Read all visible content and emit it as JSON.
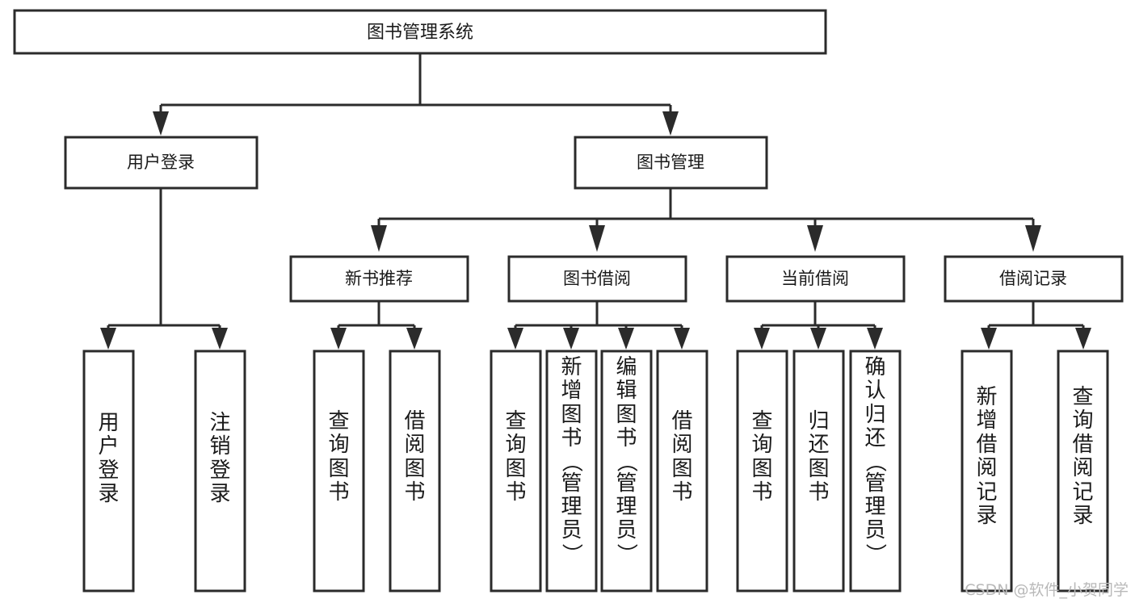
{
  "diagram": {
    "type": "tree",
    "title": "图书管理系统",
    "watermark": "CSDN @软件_小贺同学",
    "colors": {
      "stroke": "#2b2b2b",
      "fill": "#ffffff",
      "text": "#1a1a1a",
      "watermark": "#b9b9b9"
    },
    "root": {
      "label": "图书管理系统"
    },
    "level2": [
      {
        "id": "user-login",
        "label": "用户登录"
      },
      {
        "id": "book-manage",
        "label": "图书管理"
      }
    ],
    "level3": [
      {
        "id": "new-book-recommend",
        "label": "新书推荐",
        "parent": "book-manage"
      },
      {
        "id": "book-borrow",
        "label": "图书借阅",
        "parent": "book-manage"
      },
      {
        "id": "current-borrow",
        "label": "当前借阅",
        "parent": "book-manage"
      },
      {
        "id": "borrow-record",
        "label": "借阅记录",
        "parent": "book-manage"
      }
    ],
    "leaves": [
      {
        "id": "leaf-user-login",
        "label": "用户登录",
        "parent": "user-login"
      },
      {
        "id": "leaf-logout",
        "label": "注销登录",
        "parent": "user-login"
      },
      {
        "id": "leaf-query-book-1",
        "label": "查询图书",
        "parent": "new-book-recommend"
      },
      {
        "id": "leaf-borrow-book-1",
        "label": "借阅图书",
        "parent": "new-book-recommend"
      },
      {
        "id": "leaf-query-book-2",
        "label": "查询图书",
        "parent": "book-borrow"
      },
      {
        "id": "leaf-add-book",
        "label": "新增图书（管理员）",
        "parent": "book-borrow"
      },
      {
        "id": "leaf-edit-book",
        "label": "编辑图书（管理员）",
        "parent": "book-borrow"
      },
      {
        "id": "leaf-borrow-book-2",
        "label": "借阅图书",
        "parent": "book-borrow"
      },
      {
        "id": "leaf-query-book-3",
        "label": "查询图书",
        "parent": "current-borrow"
      },
      {
        "id": "leaf-return-book",
        "label": "归还图书",
        "parent": "current-borrow"
      },
      {
        "id": "leaf-confirm-return",
        "label": "确认归还（管理员）",
        "parent": "current-borrow"
      },
      {
        "id": "leaf-add-record",
        "label": "新增借阅记录",
        "parent": "borrow-record"
      },
      {
        "id": "leaf-query-record",
        "label": "查询借阅记录",
        "parent": "borrow-record"
      }
    ]
  }
}
